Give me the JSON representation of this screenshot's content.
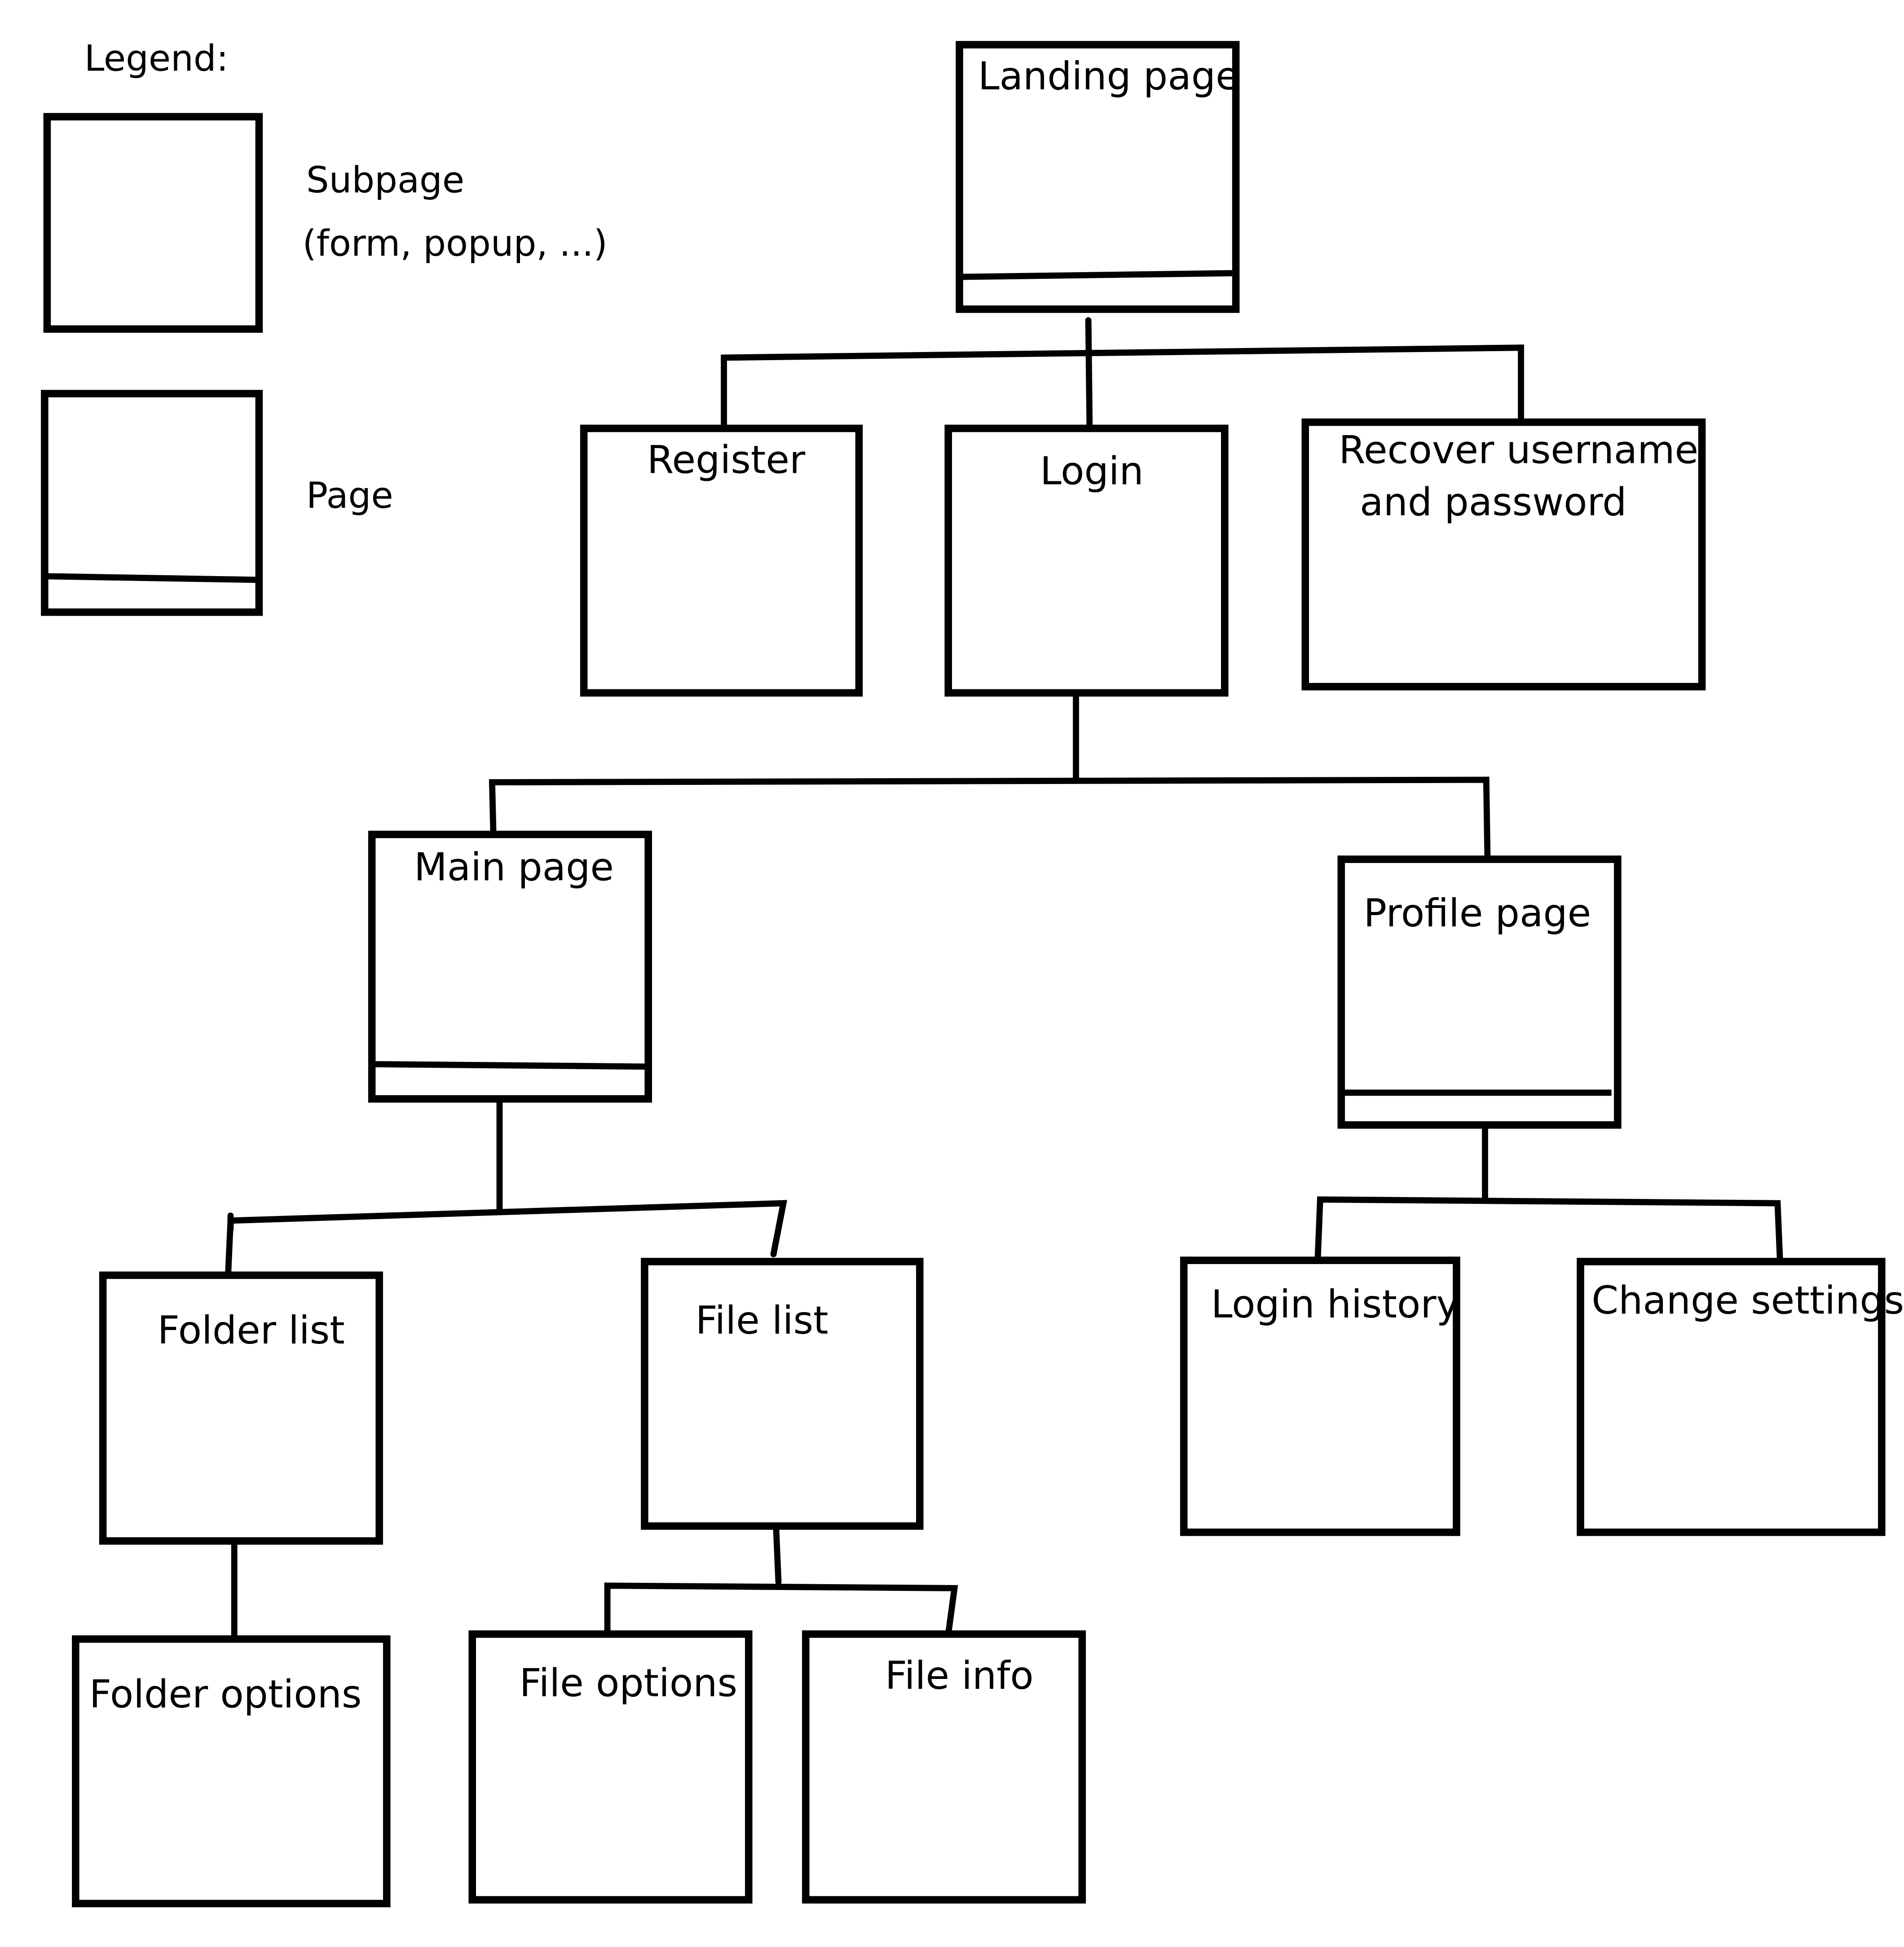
{
  "legend": {
    "title": "Legend:",
    "subpage_label_line1": "Subpage",
    "subpage_label_line2": "(form, popup, ...)",
    "page_label": "Page"
  },
  "nodes": {
    "landing": {
      "label": "Landing page",
      "kind": "page"
    },
    "register": {
      "label": "Register",
      "kind": "subpage"
    },
    "login": {
      "label": "Login",
      "kind": "subpage"
    },
    "recover": {
      "label_line1": "Recover username",
      "label_line2": "and password",
      "kind": "subpage"
    },
    "main": {
      "label": "Main page",
      "kind": "page"
    },
    "profile": {
      "label": "Profile page",
      "kind": "page"
    },
    "folder_list": {
      "label": "Folder list",
      "kind": "subpage"
    },
    "file_list": {
      "label": "File list",
      "kind": "subpage"
    },
    "login_history": {
      "label": "Login history",
      "kind": "subpage"
    },
    "change_settings": {
      "label": "Change settings",
      "kind": "subpage"
    },
    "folder_options": {
      "label": "Folder options",
      "kind": "subpage"
    },
    "file_options": {
      "label": "File options",
      "kind": "subpage"
    },
    "file_info": {
      "label": "File info",
      "kind": "subpage"
    }
  },
  "edges": [
    [
      "landing",
      "register"
    ],
    [
      "landing",
      "login"
    ],
    [
      "landing",
      "recover"
    ],
    [
      "login",
      "main"
    ],
    [
      "login",
      "profile"
    ],
    [
      "main",
      "folder_list"
    ],
    [
      "main",
      "file_list"
    ],
    [
      "profile",
      "login_history"
    ],
    [
      "profile",
      "change_settings"
    ],
    [
      "folder_list",
      "folder_options"
    ],
    [
      "file_list",
      "file_options"
    ],
    [
      "file_list",
      "file_info"
    ]
  ]
}
